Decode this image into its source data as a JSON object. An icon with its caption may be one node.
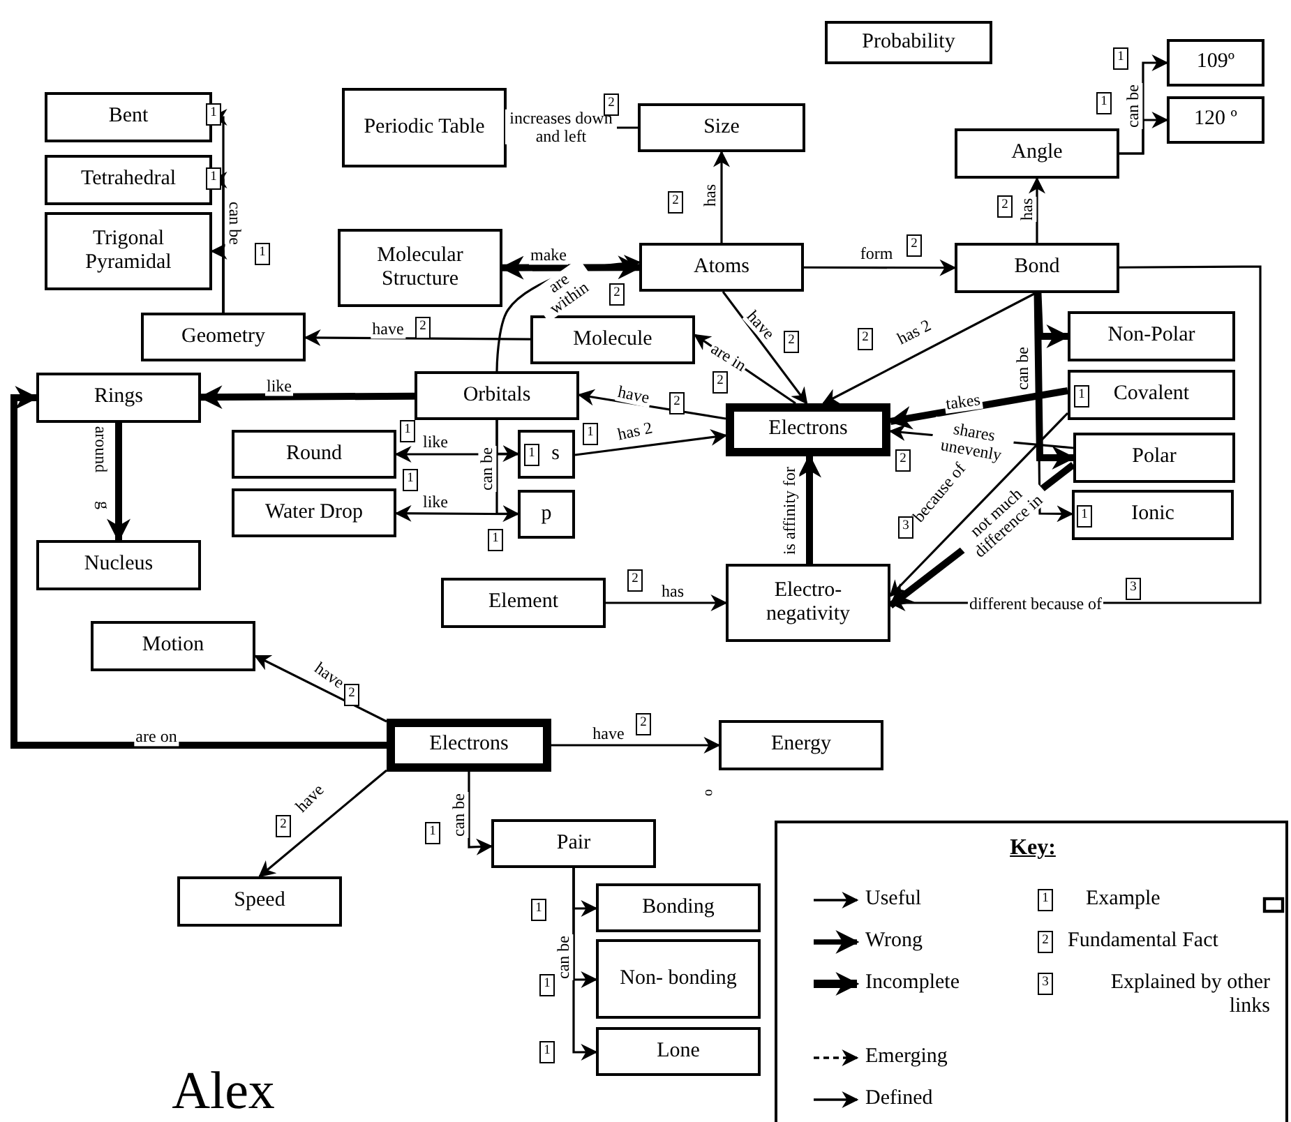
{
  "diagram": {
    "nodes": [
      {
        "text": [
          "Probability"
        ]
      },
      {
        "text": [
          "Bent"
        ]
      },
      {
        "text": [
          "Tetrahedral"
        ]
      },
      {
        "text": [
          "Trigonal Pyramidal"
        ]
      },
      {
        "text": [
          "Periodic Table"
        ]
      },
      {
        "text": [
          "Size"
        ]
      },
      {
        "text": [
          "Angle"
        ]
      },
      {
        "text": [
          "109º"
        ]
      },
      {
        "text": [
          "120 º"
        ]
      },
      {
        "text": [
          "Molecular Structure"
        ]
      },
      {
        "text": [
          "Atoms"
        ]
      },
      {
        "text": [
          "Bond"
        ]
      },
      {
        "text": [
          "Geometry"
        ]
      },
      {
        "text": [
          "Molecule"
        ]
      },
      {
        "text": [
          "Non-Polar"
        ]
      },
      {
        "text": [
          "Rings"
        ]
      },
      {
        "text": [
          "Orbitals"
        ]
      },
      {
        "text": [
          "Electrons"
        ]
      },
      {
        "text": [
          "Covalent"
        ]
      },
      {
        "text": [
          "Round"
        ]
      },
      {
        "text": [
          "s"
        ]
      },
      {
        "text": [
          "Polar"
        ]
      },
      {
        "text": [
          "Water Drop"
        ]
      },
      {
        "text": [
          "p"
        ]
      },
      {
        "text": [
          "Ionic"
        ]
      },
      {
        "text": [
          "Nucleus"
        ]
      },
      {
        "text": [
          "Element"
        ]
      },
      {
        "text": [
          "Electro- negativity"
        ]
      },
      {
        "text": [
          "Motion"
        ]
      },
      {
        "text": [
          "Electrons"
        ]
      },
      {
        "text": [
          "Energy"
        ]
      },
      {
        "text": [
          "Pair"
        ]
      },
      {
        "text": [
          "Speed"
        ]
      },
      {
        "text": [
          "Bonding"
        ]
      },
      {
        "text": [
          "Non- bonding"
        ]
      },
      {
        "text": [
          "Lone"
        ]
      }
    ],
    "edges": [
      {
        "from": 5,
        "to": 4,
        "arrow": "to",
        "label": "increases down and left"
      },
      {
        "from": 10,
        "to": 5,
        "arrow": "to",
        "label": "has"
      },
      {
        "from": 10,
        "to": 11,
        "arrow": "to",
        "label": "form"
      },
      {
        "from": 11,
        "to": 6,
        "arrow": "to",
        "label": "has"
      },
      {
        "from": 6,
        "to": 7,
        "arrow": "to",
        "label": "can be"
      },
      {
        "from": 6,
        "to": 8,
        "arrow": "to"
      },
      {
        "from": 12,
        "to": 1,
        "arrow": "to",
        "label": "can be"
      },
      {
        "from": 12,
        "to": 2,
        "arrow": "to"
      },
      {
        "from": 12,
        "to": 3,
        "arrow": "to"
      },
      {
        "from": 13,
        "to": 12,
        "arrow": "to",
        "label": "have"
      },
      {
        "from": 10,
        "to": 9,
        "arrow": "both",
        "label": "make",
        "style": "thick"
      },
      {
        "from": 16,
        "to": 10,
        "arrow": "to",
        "label": "are within"
      },
      {
        "from": 10,
        "to": 17,
        "arrow": "to",
        "label": "have"
      },
      {
        "from": 17,
        "to": 13,
        "arrow": "to",
        "label": "are in"
      },
      {
        "from": 11,
        "to": 17,
        "arrow": "to",
        "label": "has 2"
      },
      {
        "from": 17,
        "to": 16,
        "arrow": "to",
        "label": "have"
      },
      {
        "from": 20,
        "to": 17,
        "arrow": "to",
        "label": "has 2"
      },
      {
        "from": 16,
        "to": 15,
        "arrow": "to",
        "label": "like",
        "style": "thick"
      },
      {
        "from": 16,
        "to": 20,
        "arrow": "to"
      },
      {
        "from": 16,
        "to": 23,
        "arrow": "to",
        "label": "can be"
      },
      {
        "from": 20,
        "to": 19,
        "arrow": "to",
        "label": "like"
      },
      {
        "from": 23,
        "to": 22,
        "arrow": "to",
        "label": "like"
      },
      {
        "from": 15,
        "to": 25,
        "arrow": "to",
        "label": "around",
        "style": "thick"
      },
      {
        "from": 26,
        "to": 27,
        "arrow": "to",
        "label": "has"
      },
      {
        "from": 27,
        "to": 17,
        "arrow": "to",
        "label": "is affinity for",
        "style": "thick"
      },
      {
        "from": 11,
        "to": 14,
        "arrow": "to",
        "style": "thick"
      },
      {
        "from": 11,
        "to": 21,
        "arrow": "to",
        "style": "thick"
      },
      {
        "from": 11,
        "to": 24,
        "arrow": "to",
        "label": "can be"
      },
      {
        "from": 18,
        "to": 17,
        "arrow": "to",
        "label": "takes",
        "style": "thick"
      },
      {
        "from": 21,
        "to": 17,
        "arrow": "to",
        "label": "shares unevenly"
      },
      {
        "from": 18,
        "to": 27,
        "arrow": "to",
        "label": "because of"
      },
      {
        "from": 21,
        "to": 27,
        "arrow": "to",
        "label": "not much difference in",
        "style": "thick"
      },
      {
        "from": 11,
        "to": 27,
        "arrow": "to",
        "label": "different because of"
      },
      {
        "from": 29,
        "to": 28,
        "arrow": "to",
        "label": "have"
      },
      {
        "from": 29,
        "to": 15,
        "arrow": "to",
        "label": "are on",
        "style": "thick"
      },
      {
        "from": 29,
        "to": 32,
        "arrow": "to",
        "label": "have"
      },
      {
        "from": 29,
        "to": 30,
        "arrow": "to",
        "label": "have"
      },
      {
        "from": 29,
        "to": 31,
        "arrow": "to",
        "label": "can be"
      },
      {
        "from": 31,
        "to": 33,
        "arrow": "to"
      },
      {
        "from": 31,
        "to": 34,
        "arrow": "to"
      },
      {
        "from": 31,
        "to": 35,
        "arrow": "to",
        "label": "can be"
      }
    ],
    "labels": [
      "1",
      "2",
      "1",
      "1",
      "1",
      "2",
      "2",
      "2",
      "1",
      "2",
      "2",
      "2",
      "2",
      "2",
      "2",
      "1",
      "1",
      "1",
      "1",
      "2",
      "1",
      "1",
      "3",
      "1",
      "g",
      "2",
      "3",
      "2",
      "2",
      "o",
      "Key:",
      "2",
      "1",
      "1",
      "1",
      "1",
      "Alex",
      "1",
      "2",
      "3"
    ],
    "legend": [
      {
        "text": "Useful"
      },
      {
        "text": "Example"
      },
      {
        "text": "Wrong"
      },
      {
        "text": "Fundamental Fact"
      },
      {
        "text": "Incomplete"
      },
      {
        "text": "Explained by other links"
      },
      {
        "text": "Emerging"
      },
      {
        "text": "Defined"
      }
    ]
  }
}
